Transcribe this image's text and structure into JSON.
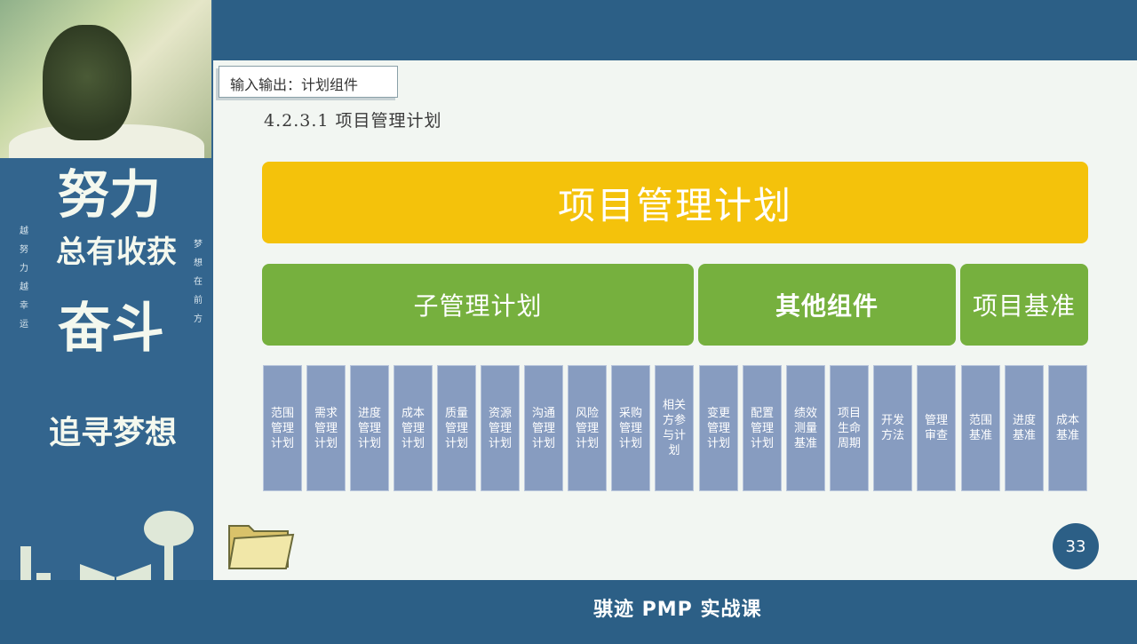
{
  "poster": {
    "line1": "努力",
    "line2": "总有收获",
    "line3": "奋斗",
    "line4": "追寻梦想",
    "col_left": "越努力越幸运",
    "col_right": "梦想在前方"
  },
  "tag": {
    "label": "输入输出：计划组件"
  },
  "section_title": "4.2.3.1 项目管理计划",
  "main_bar": "项目管理计划",
  "groups": {
    "sub_plans": "子管理计划",
    "other_components": "其他组件",
    "baselines": "项目基准"
  },
  "cells": [
    "范围管理计划",
    "需求管理计划",
    "进度管理计划",
    "成本管理计划",
    "质量管理计划",
    "资源管理计划",
    "沟通管理计划",
    "风险管理计划",
    "采购管理计划",
    "相关方参与计划",
    "变更管理计划",
    "配置管理计划",
    "绩效测量基准",
    "项目生命周期",
    "开发方法",
    "管理审查",
    "范围基准",
    "进度基准",
    "成本基准"
  ],
  "page_number": "33",
  "footer": "骐迹 PMP 实战课",
  "colors": {
    "main_bar": "#f4c20b",
    "group_bar": "#76b03e",
    "cell": "#879cc0",
    "frame": "#2c5f86"
  }
}
